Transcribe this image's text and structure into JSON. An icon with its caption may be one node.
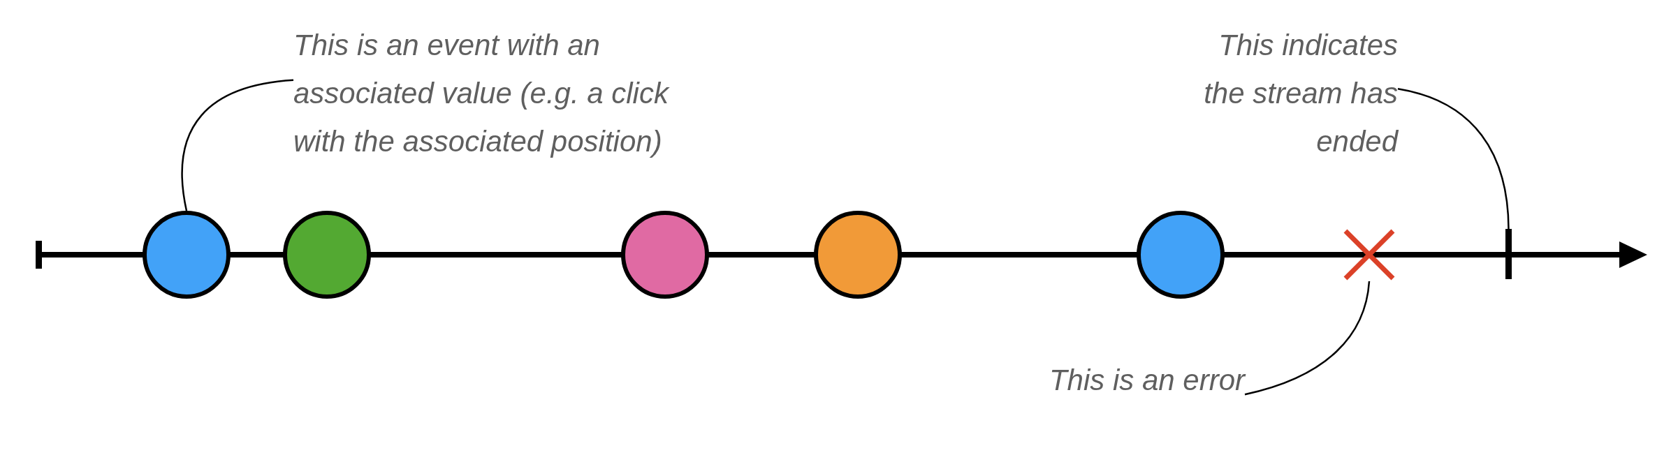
{
  "diagram": {
    "nodes": [
      {
        "text": [
          "This is an event with an associated value (e.g. a click with the associated position)"
        ]
      },
      {
        "text": [],
        "shape": "circle"
      },
      {
        "text": [],
        "shape": "circle"
      },
      {
        "text": [],
        "shape": "circle"
      },
      {
        "text": [],
        "shape": "circle"
      },
      {
        "text": [],
        "shape": "circle"
      },
      {
        "text": [],
        "shape": "cross"
      },
      {
        "text": [],
        "shape": "bar"
      },
      {
        "text": [
          "This indicates the stream has ended"
        ]
      },
      {
        "text": [
          "This is an error"
        ]
      }
    ],
    "edges": [
      {
        "from": 0,
        "to": 1,
        "arrow": "none"
      },
      {
        "from": 8,
        "to": 7,
        "arrow": "none"
      },
      {
        "from": 9,
        "to": 6,
        "arrow": "none"
      }
    ]
  }
}
